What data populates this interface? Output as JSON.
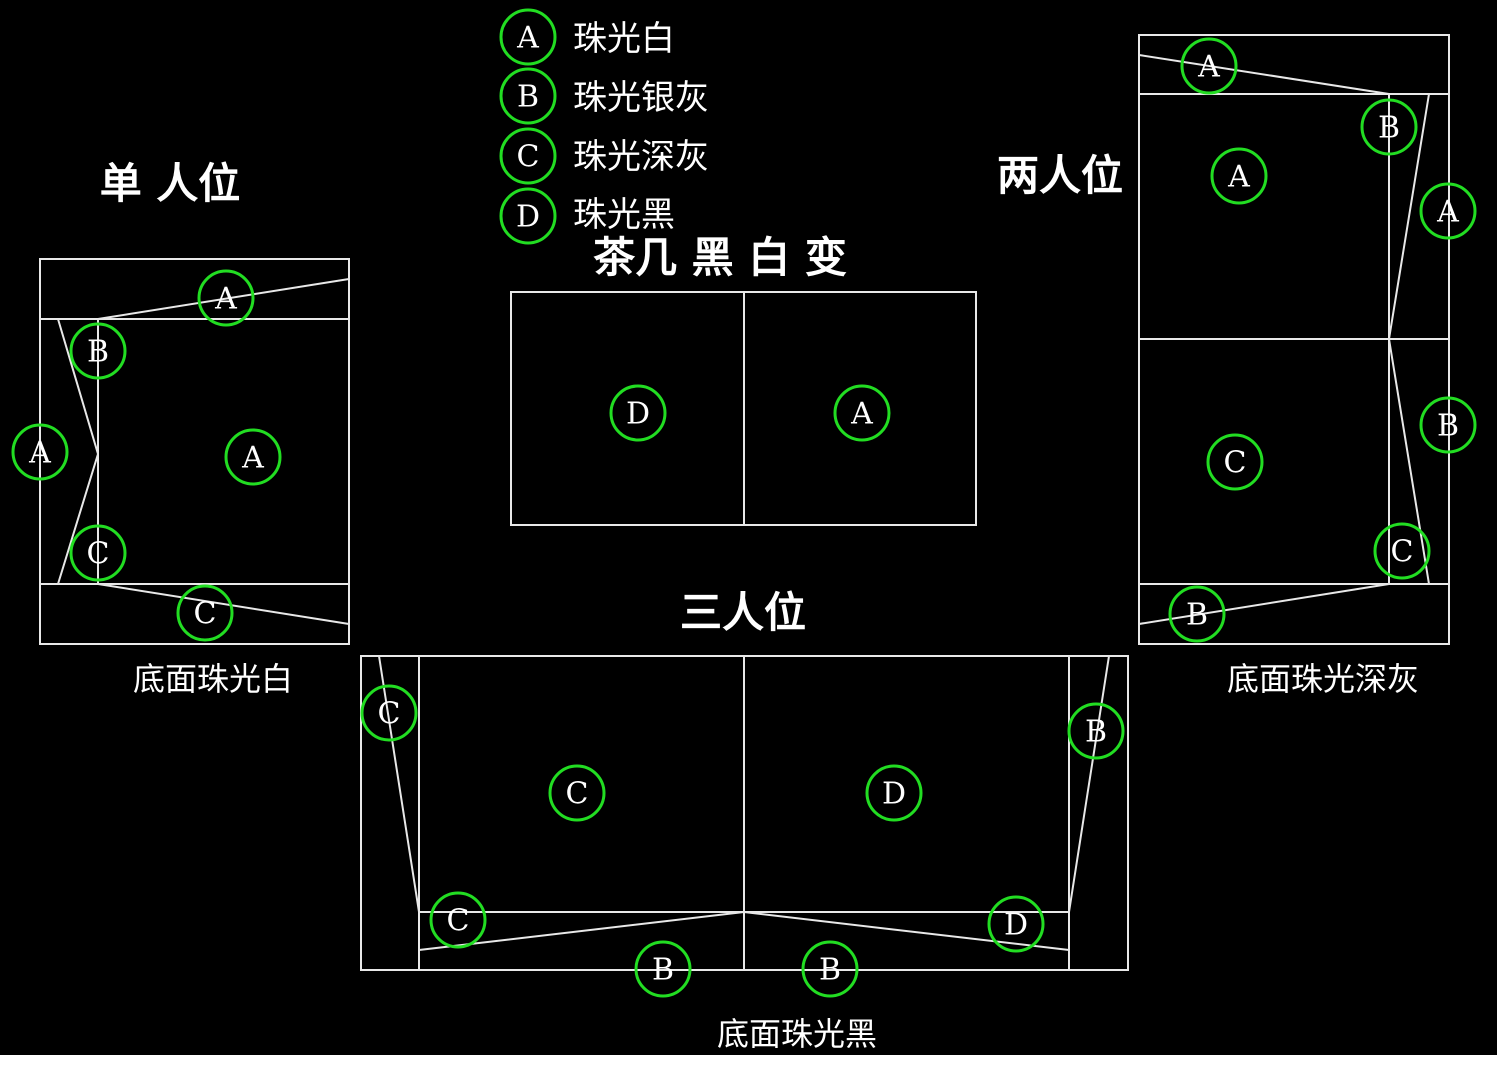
{
  "legend": [
    {
      "letter": "A",
      "label": "珠光白"
    },
    {
      "letter": "B",
      "label": "珠光银灰"
    },
    {
      "letter": "C",
      "label": "珠光深灰"
    },
    {
      "letter": "D",
      "label": "珠光黑"
    }
  ],
  "single_seat": {
    "title": "单 人位",
    "caption": "底面珠光白",
    "markers": [
      "A",
      "B",
      "A",
      "A",
      "C",
      "C"
    ]
  },
  "coffee_table": {
    "title": "茶几 黑 白 变",
    "markers": [
      "D",
      "A"
    ]
  },
  "two_seat": {
    "title": "两人位",
    "caption": "底面珠光深灰",
    "markers": [
      "A",
      "B",
      "A",
      "A",
      "B",
      "C",
      "C",
      "B"
    ]
  },
  "three_seat": {
    "title": "三人位",
    "caption": "底面珠光黑",
    "markers": [
      "C",
      "C",
      "D",
      "B",
      "C",
      "D",
      "B",
      "B"
    ]
  },
  "colors": {
    "background": "#000000",
    "lines": "#e8e8e8",
    "marker": "#22dd22"
  }
}
